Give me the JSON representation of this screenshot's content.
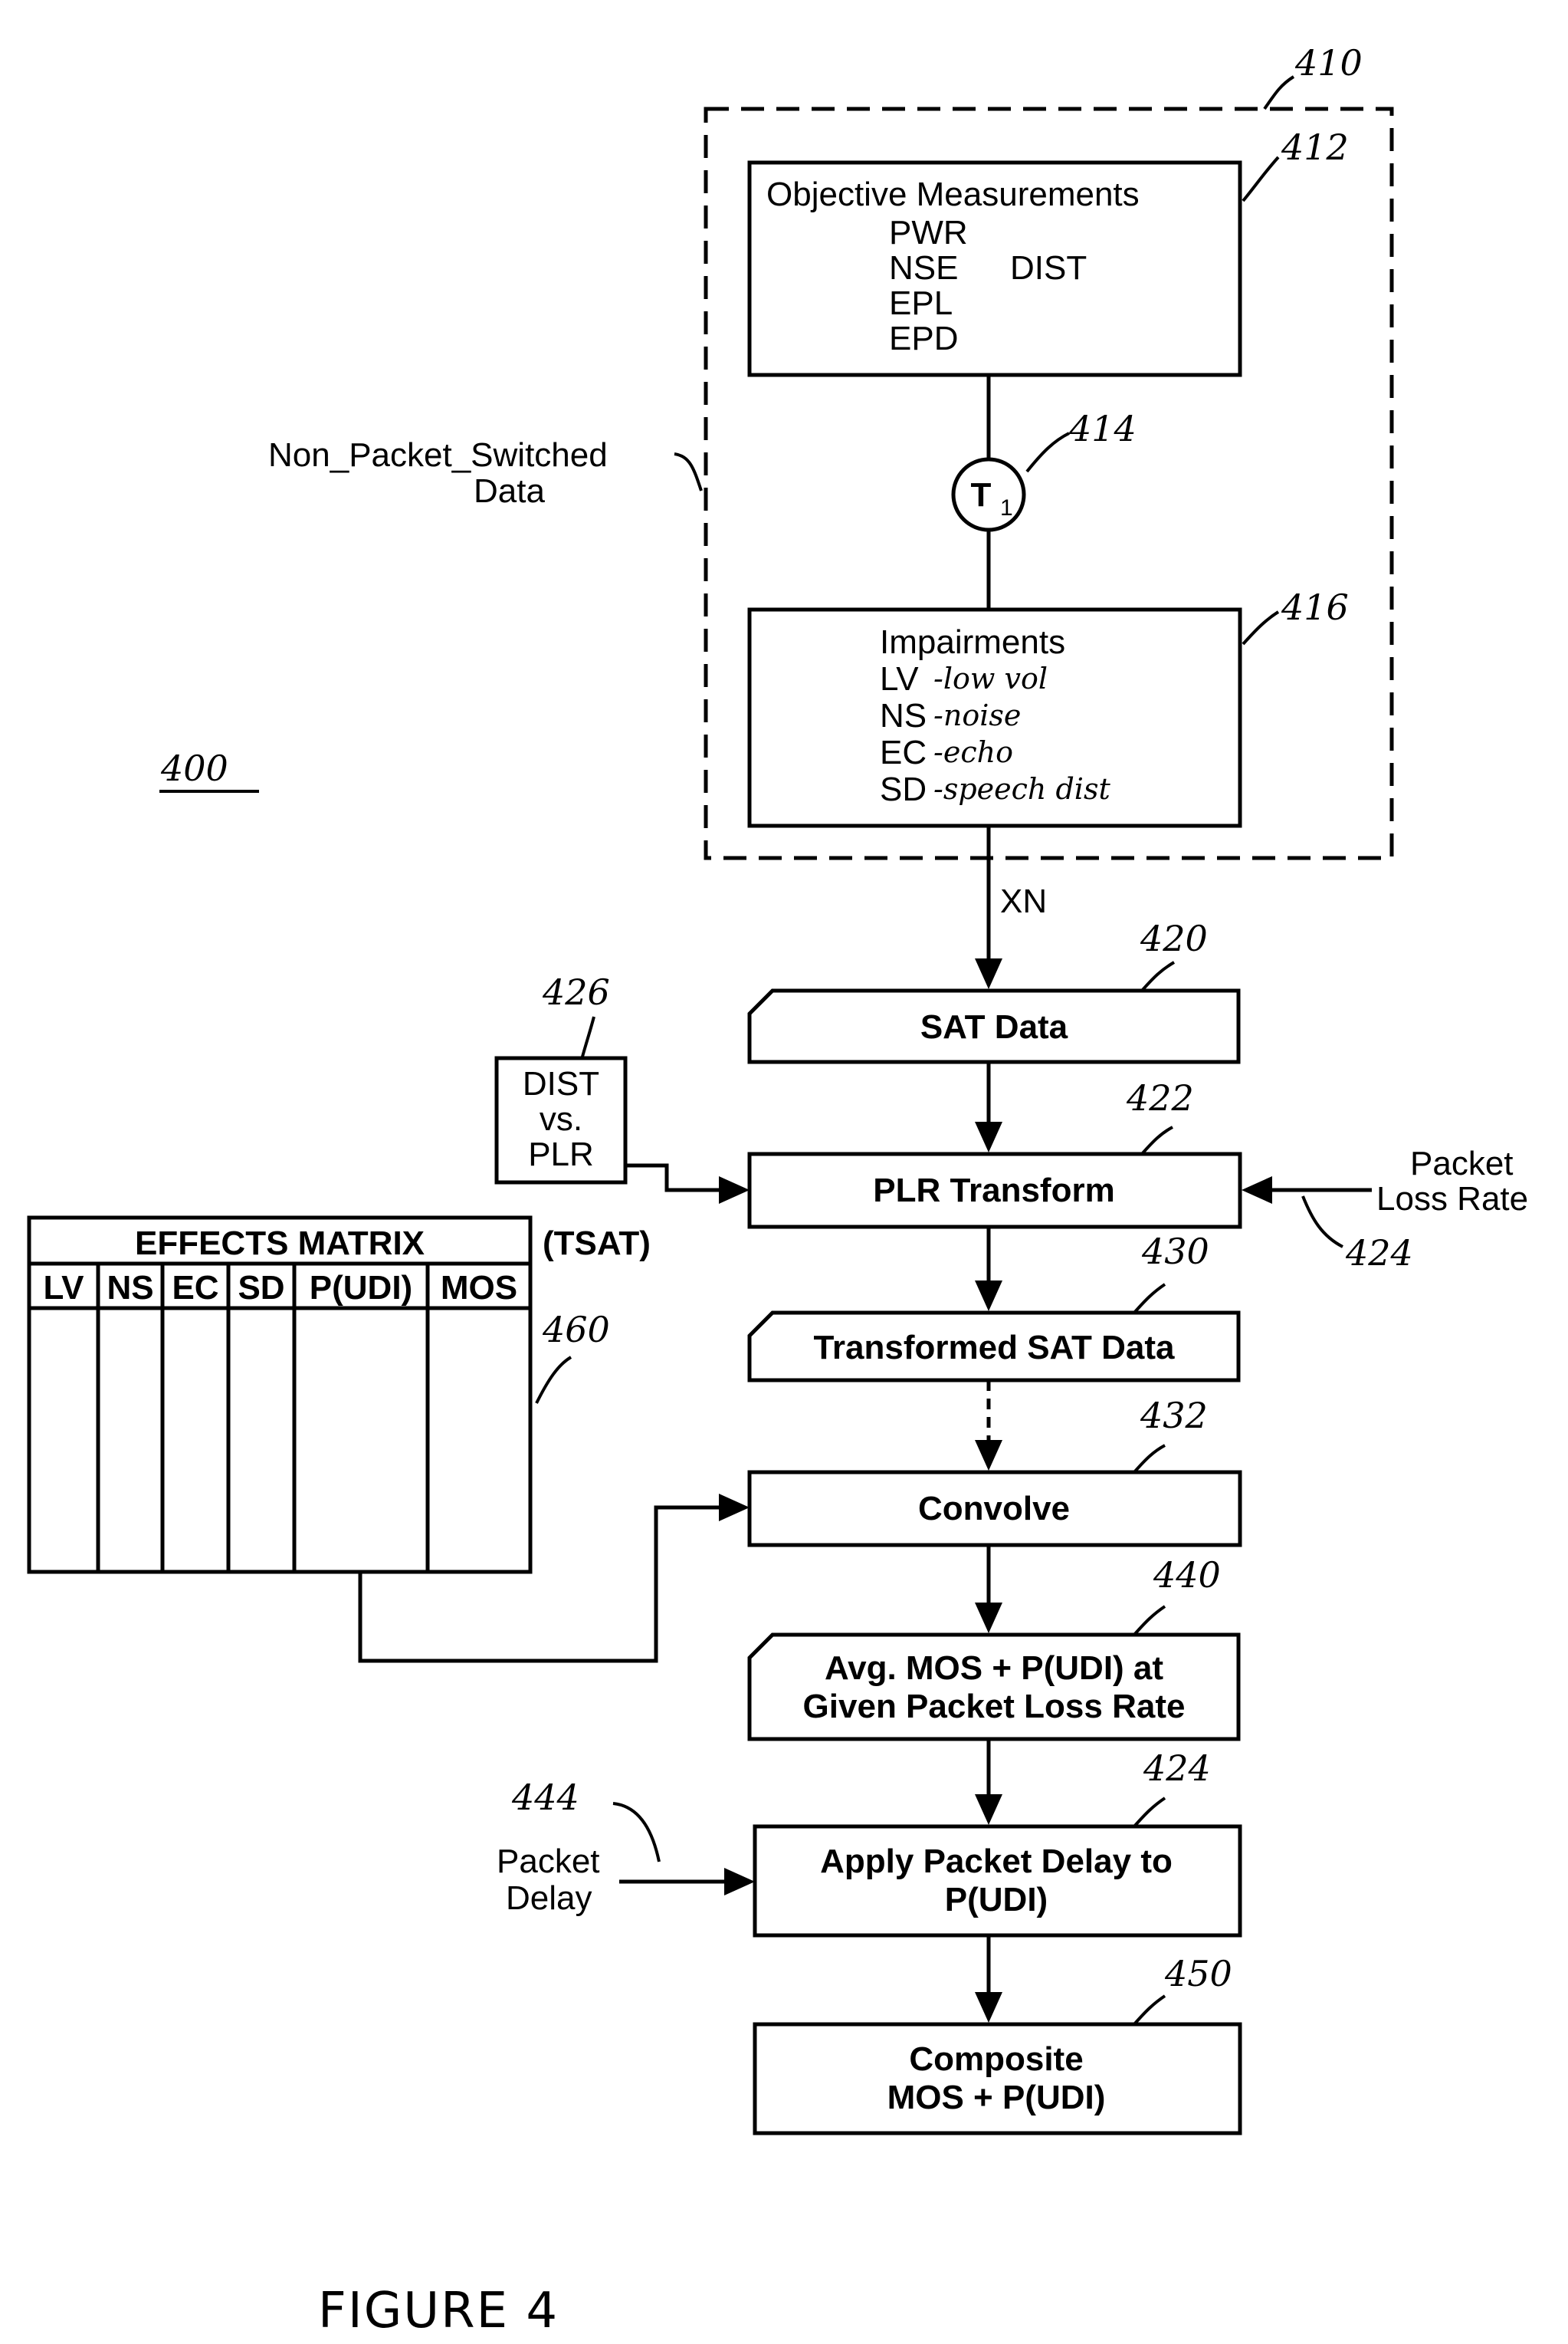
{
  "figure": {
    "reference": "400",
    "caption": "FIGURE 4"
  },
  "group_410": {
    "ref": "410",
    "side_label": [
      "Non_Packet_Switched",
      "Data"
    ]
  },
  "objective_measurements": {
    "ref": "412",
    "title": "Objective Measurements",
    "items": [
      "PWR",
      "NSE",
      "EPL",
      "EPD"
    ],
    "extra": "DIST"
  },
  "transform_t1": {
    "ref": "414",
    "label": "T",
    "subscript": "1"
  },
  "impairments": {
    "ref": "416",
    "title": "Impairments",
    "items": [
      {
        "code": "LV",
        "note": "-low vol"
      },
      {
        "code": "NS",
        "note": "-noise"
      },
      {
        "code": "EC",
        "note": "-echo"
      },
      {
        "code": "SD",
        "note": "-speech dist"
      }
    ]
  },
  "xn_label": "XN",
  "sat_data": {
    "ref": "420",
    "label": "SAT Data"
  },
  "dist_plr": {
    "ref": "426",
    "lines": [
      "DIST",
      "vs.",
      "PLR"
    ]
  },
  "plr_transform": {
    "ref": "422",
    "label": "PLR Transform"
  },
  "packet_loss_rate": {
    "ref": "424",
    "lines": [
      "Packet",
      "Loss Rate"
    ]
  },
  "effects_matrix": {
    "ref": "460",
    "title": "EFFECTS MATRIX",
    "tag": "(TSAT)",
    "columns": [
      "LV",
      "NS",
      "EC",
      "SD",
      "P(UDI)",
      "MOS"
    ]
  },
  "transformed_sat": {
    "ref": "430",
    "label": "Transformed SAT Data"
  },
  "convolve": {
    "ref": "432",
    "label": "Convolve"
  },
  "avg_mos": {
    "ref": "440",
    "lines": [
      "Avg. MOS + P(UDI) at",
      "Given Packet Loss Rate"
    ]
  },
  "apply_delay": {
    "ref": "424",
    "lines": [
      "Apply Packet Delay to",
      "P(UDI)"
    ]
  },
  "packet_delay": {
    "ref": "444",
    "lines": [
      "Packet",
      "Delay"
    ]
  },
  "composite": {
    "ref": "450",
    "lines": [
      "Composite",
      "MOS + P(UDI)"
    ]
  }
}
